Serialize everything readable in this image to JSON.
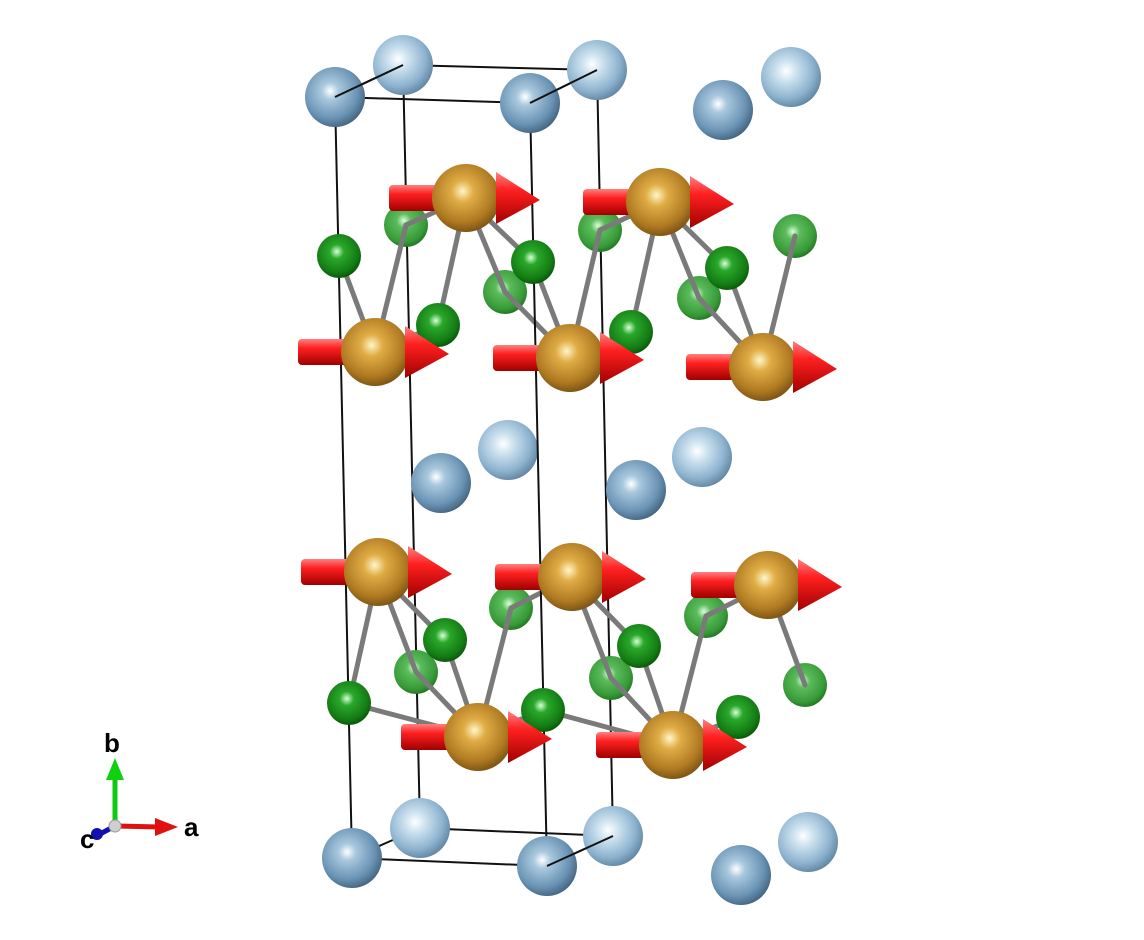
{
  "axes": {
    "a": "a",
    "b": "b",
    "c": "c"
  },
  "colors": {
    "background": "#ffffff",
    "cation_light": "#a9cbe0",
    "cation_dark": "#6f9bbd",
    "metal": "#c08a2a",
    "anion_front": "#1e8a1e",
    "anion_back": "#4aa84a",
    "moment_arrow": "#ee1c1c",
    "bond": "#808080",
    "cell": "#000000",
    "axis_a": "#e01010",
    "axis_b": "#10d010",
    "axis_c": "#1010b0"
  }
}
